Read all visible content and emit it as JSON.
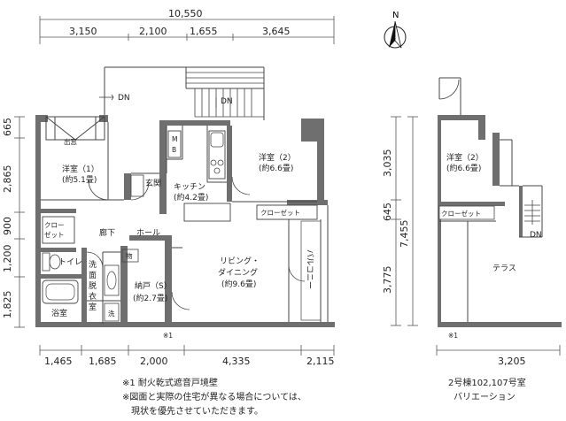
{
  "dimensions": {
    "top_total": "10,550",
    "top": [
      "3,150",
      "2,100",
      "1,655",
      "3,645"
    ],
    "bottom": [
      "1,465",
      "1,685",
      "2,000",
      "4,335",
      "2,115"
    ],
    "left": [
      "665",
      "2,865",
      "900",
      "1,200",
      "1,825"
    ],
    "right_main": [
      "3,035",
      "645",
      "3,775"
    ],
    "right_total": "7,455",
    "variant_bottom": "3,205"
  },
  "rooms": {
    "bedroom1": [
      "洋室（1）",
      "(約5.1畳)"
    ],
    "bedroom2": [
      "洋室（2）",
      "(約6.6畳)"
    ],
    "kitchen": [
      "キッチン",
      "(約4.2畳)"
    ],
    "living": [
      "リビング・",
      "ダイニング",
      "(約9.6畳)"
    ],
    "storage": [
      "納戸（S）",
      "(約2.7畳)"
    ],
    "corridor": "廊下",
    "hall": "ホール",
    "entrance": "玄関",
    "toilet": "トイレ",
    "bath": "浴室",
    "washroom": [
      "洗",
      "面",
      "脱",
      "衣",
      "室"
    ],
    "wash": "洗",
    "closet": "クローゼット",
    "closet_small": [
      "クロー",
      "ゼット"
    ],
    "balcony": "バルコニー",
    "mb": [
      "M",
      "B"
    ],
    "window": "出窓",
    "dn": "DN",
    "shoe": "物"
  },
  "variant": {
    "bedroom2": [
      "洋室（2）",
      "(約6.6畳)"
    ],
    "closet": "クローゼット",
    "terrace": "テラス",
    "dn": "DN",
    "caption": [
      "2号棟102,107号室",
      "バリエーション"
    ]
  },
  "marks": {
    "note1": "※1"
  },
  "notes": [
    "※1  耐火乾式遮音戸境壁",
    "※図面と実際の住宅が異なる場合については、",
    "現状を優先させていただきます。"
  ],
  "compass": "N"
}
